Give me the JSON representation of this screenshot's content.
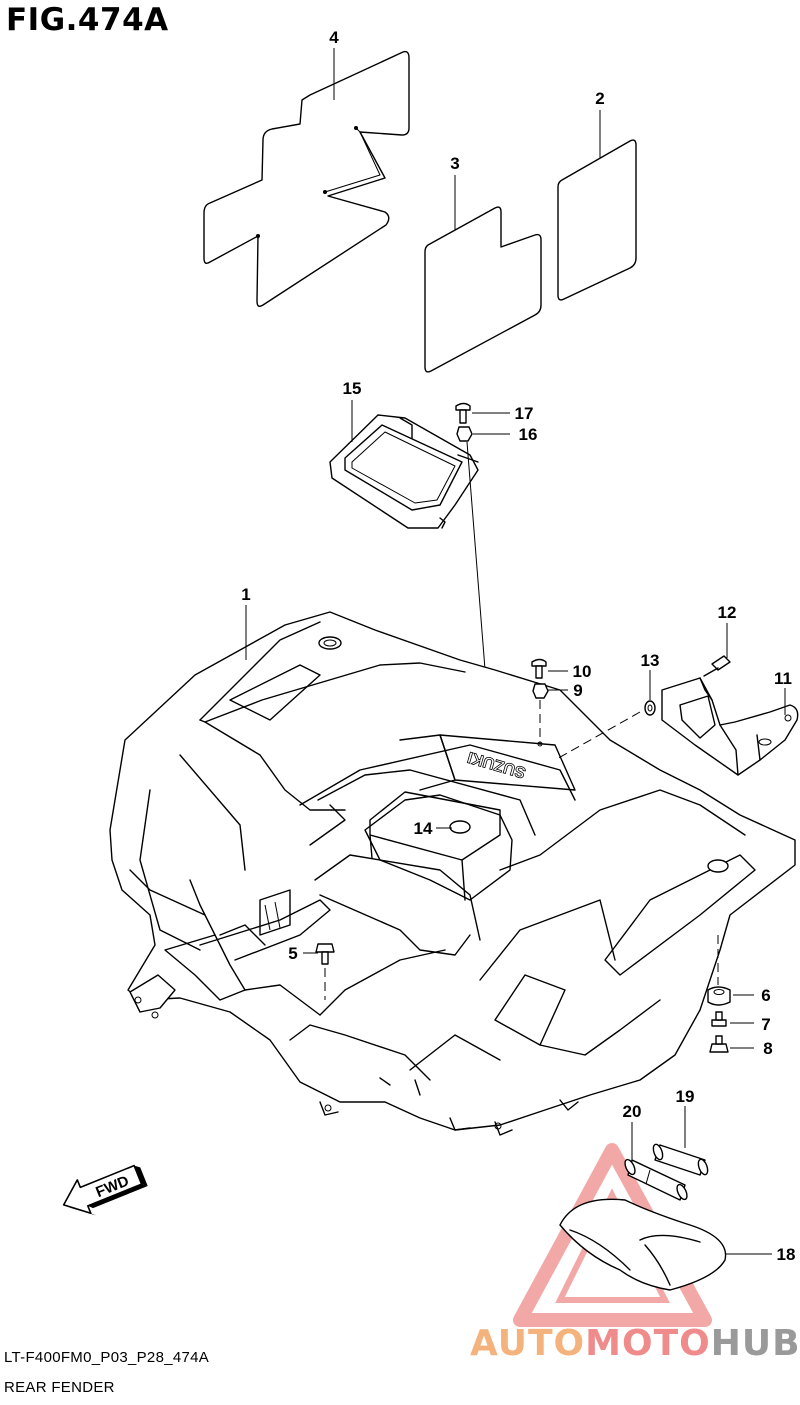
{
  "figure": {
    "title": "FIG.474A",
    "code": "LT-F400FM0_P03_P28_474A",
    "name": "REAR FENDER"
  },
  "callouts": [
    "1",
    "2",
    "3",
    "4",
    "5",
    "6",
    "7",
    "8",
    "9",
    "10",
    "11",
    "12",
    "13",
    "14",
    "15",
    "16",
    "17",
    "18",
    "19",
    "20"
  ],
  "fender_emblem": "SUZUKI",
  "fwd_label": "FWD",
  "watermark": {
    "part1": "AUTO",
    "part2": "MOTO",
    "part3": "HUB",
    "colors": {
      "auto": "#f4b27c",
      "moto": "#f08b8b",
      "hub": "#9a9a9a",
      "triangle": "#f08b8b"
    }
  }
}
